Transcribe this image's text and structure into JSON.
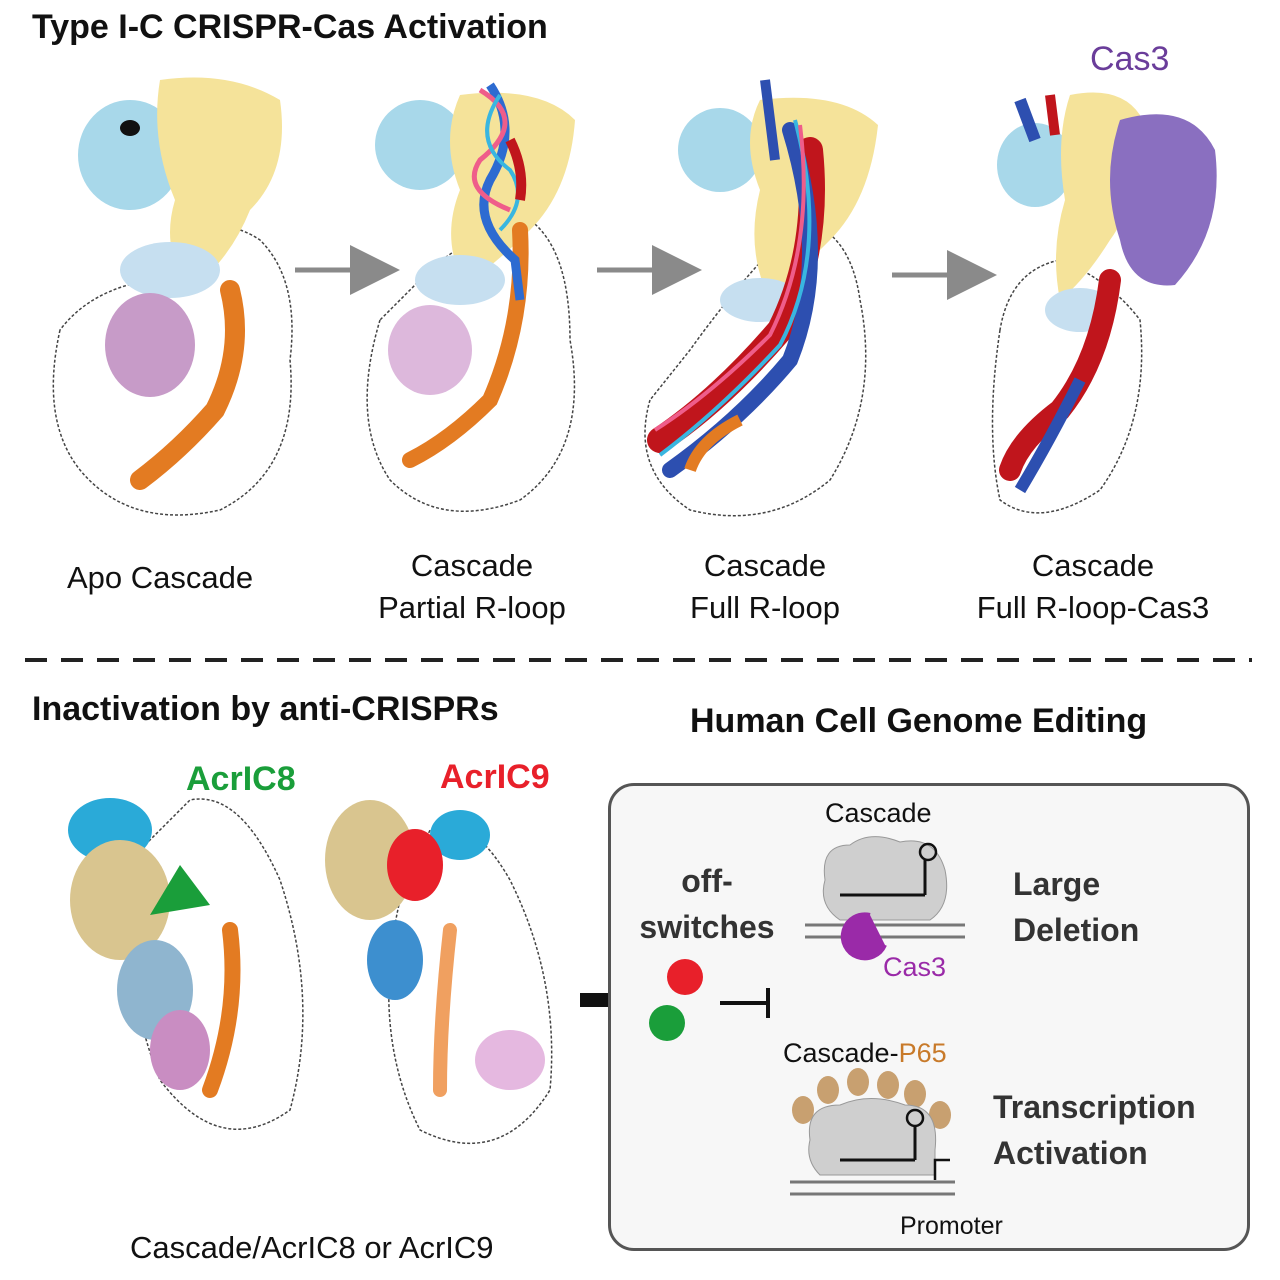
{
  "top": {
    "title": "Type I-C CRISPR-Cas Activation",
    "cas3_label": "Cas3",
    "states": [
      {
        "line1": "Apo Cascade",
        "line2": ""
      },
      {
        "line1": "Cascade",
        "line2": "Partial R-loop"
      },
      {
        "line1": "Cascade",
        "line2": "Full R-loop"
      },
      {
        "line1": "Cascade",
        "line2": "Full R-loop-Cas3"
      }
    ]
  },
  "bottom_left": {
    "title": "Inactivation by anti-CRISPRs",
    "acr8": "AcrIC8",
    "acr9": "AcrIC9",
    "caption": "Cascade/AcrIC8 or AcrIC9"
  },
  "bottom_right": {
    "title": "Human Cell Genome Editing",
    "cascade_label": "Cascade",
    "off_switches_line1": "off-",
    "off_switches_line2": "switches",
    "cas3_label": "Cas3",
    "large_deletion_line1": "Large",
    "large_deletion_line2": "Deletion",
    "cascade_p65_prefix": "Cascade-",
    "cascade_p65_suffix": "P65",
    "transcription_line1": "Transcription",
    "transcription_line2": "Activation",
    "promoter": "Promoter"
  },
  "colors": {
    "cas3_purple": "#6a3d9a",
    "acr8_green": "#1a9e3a",
    "acr9_red": "#e8202a",
    "p65_tan": "#c8a070",
    "arrow_gray": "#8a8a8a"
  }
}
